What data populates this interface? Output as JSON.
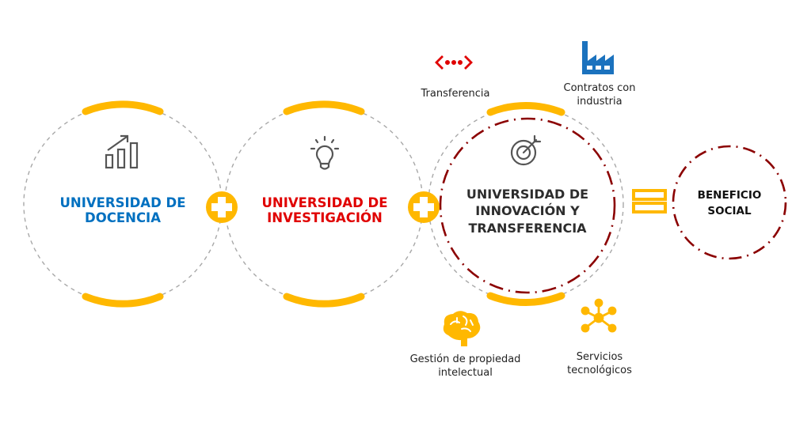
{
  "colors": {
    "yellow": "#FFB800",
    "blue": "#0070C0",
    "red": "#E00000",
    "dark_red": "#8B0000",
    "dark_text": "#2D2D2D",
    "icon_gray": "#555555",
    "dashed_gray": "#A8A8A8",
    "factory_blue": "#1B72BE"
  },
  "stages": [
    {
      "title_line1": "UNIVERSIDAD DE",
      "title_line2": "DOCENCIA",
      "icon": "growth-chart-icon"
    },
    {
      "title_line1": "UNIVERSIDAD DE",
      "title_line2": "INVESTIGACIÓN",
      "icon": "lightbulb-icon"
    },
    {
      "title_line1": "UNIVERSIDAD DE",
      "title_line2": "INNOVACIÓN Y",
      "title_line3": "TRANSFERENCIA",
      "icon": "target-icon"
    }
  ],
  "operators": [
    "plus",
    "plus",
    "equals"
  ],
  "result": {
    "line1": "BENEFICIO",
    "line2": "SOCIAL"
  },
  "satellites": [
    {
      "label_line1": "Transferencia",
      "icon": "transfer-arrows-icon"
    },
    {
      "label_line1": "Contratos con",
      "label_line2": "industria",
      "icon": "factory-icon"
    },
    {
      "label_line1": "Gestión de propiedad",
      "label_line2": "intelectual",
      "icon": "brain-icon"
    },
    {
      "label_line1": "Servicios",
      "label_line2": "tecnológicos",
      "icon": "network-hub-icon"
    }
  ]
}
